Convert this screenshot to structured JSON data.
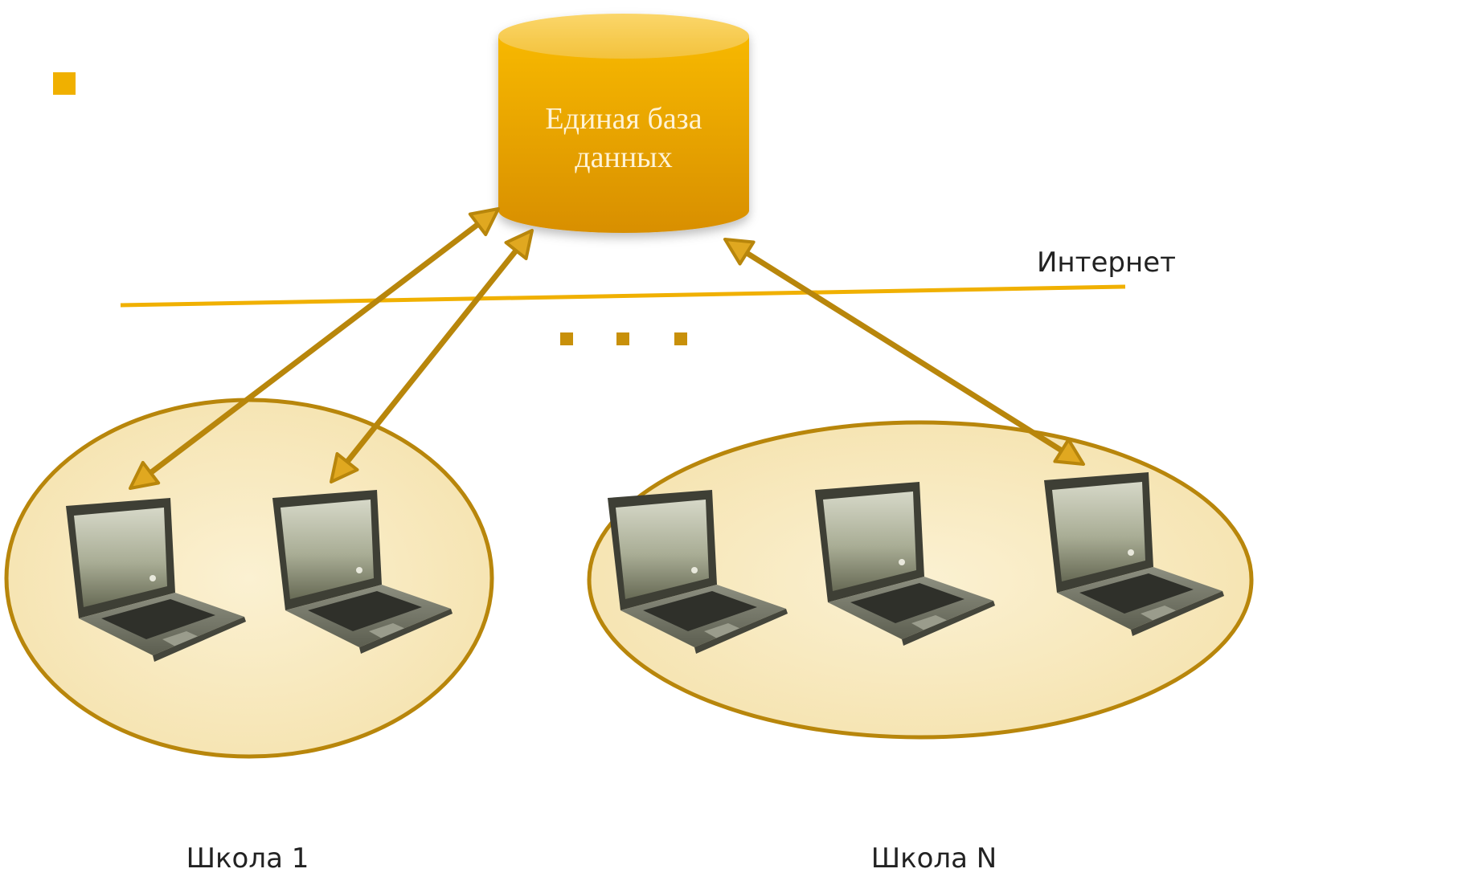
{
  "database": {
    "line1": "Единая база",
    "line2": "данных"
  },
  "internet_label": "Интернет",
  "schools": [
    {
      "label": "Школа 1",
      "laptops": 2
    },
    {
      "label": "Школа N",
      "laptops": 3
    }
  ],
  "colors": {
    "accent": "#f0b000",
    "arrow": "#b8860b",
    "ellipse_fill": "#f9ecc5",
    "ellipse_stroke": "#b8860b",
    "db_top": "#f6c544",
    "db_body": "#f0aa00"
  },
  "bullet_icon": "square-bullet-icon",
  "ellipsis_icon": "three-squares-ellipsis-icon"
}
